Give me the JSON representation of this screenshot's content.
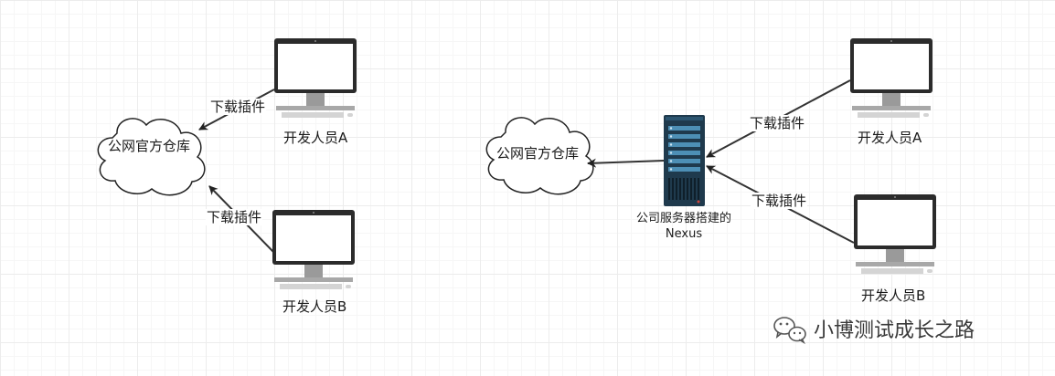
{
  "left": {
    "cloud_label": "公网官方仓库",
    "arrow_top_label": "下载插件",
    "arrow_bottom_label": "下载插件",
    "dev_a_label": "开发人员A",
    "dev_b_label": "开发人员B"
  },
  "right": {
    "cloud_label": "公网官方仓库",
    "server_label": "公司服务器搭建的Nexus",
    "arrow_top_label": "下载插件",
    "arrow_bottom_label": "下载插件",
    "dev_a_label": "开发人员A",
    "dev_b_label": "开发人员B"
  },
  "watermark": {
    "text": "小博测试成长之路",
    "icon": "wechat-icon"
  },
  "colors": {
    "line": "#333333",
    "monitor_frame": "#2b2b2b",
    "monitor_base": "#9a9a9a",
    "server_body": "#1f3a4d",
    "server_accent": "#4d8fb5"
  }
}
